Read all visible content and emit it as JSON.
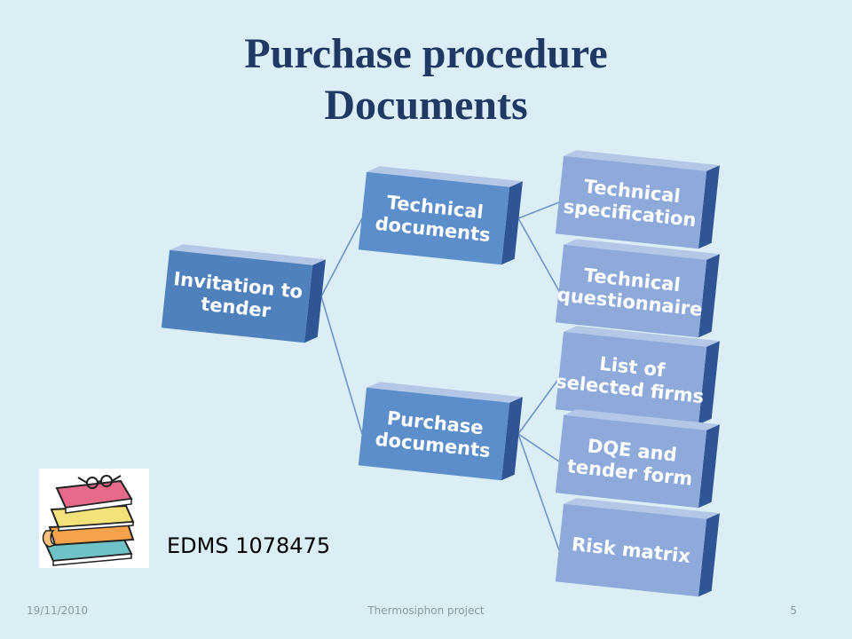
{
  "slide": {
    "title_line1": "Purchase procedure",
    "title_line2": "Documents",
    "reference": "EDMS 1078475",
    "footer": {
      "date": "19/11/2010",
      "project": "Thermosiphon project",
      "page": "5"
    }
  },
  "diagram": {
    "root": {
      "lines": [
        "Invitation to",
        "tender"
      ]
    },
    "branches": [
      {
        "lines": [
          "Technical",
          "documents"
        ],
        "children": [
          {
            "lines": [
              "Technical",
              "specification"
            ]
          },
          {
            "lines": [
              "Technical",
              "questionnaire"
            ]
          }
        ]
      },
      {
        "lines": [
          "Purchase",
          "documents"
        ],
        "children": [
          {
            "lines": [
              "List of",
              "selected firms"
            ]
          },
          {
            "lines": [
              "DQE and",
              "tender form"
            ]
          },
          {
            "lines": [
              "Risk matrix"
            ]
          }
        ]
      }
    ]
  },
  "colors": {
    "level1": "#4f81bd",
    "level2": "#5b8ecb",
    "level3": "#8eaadb",
    "connector": "#6e93c4"
  }
}
